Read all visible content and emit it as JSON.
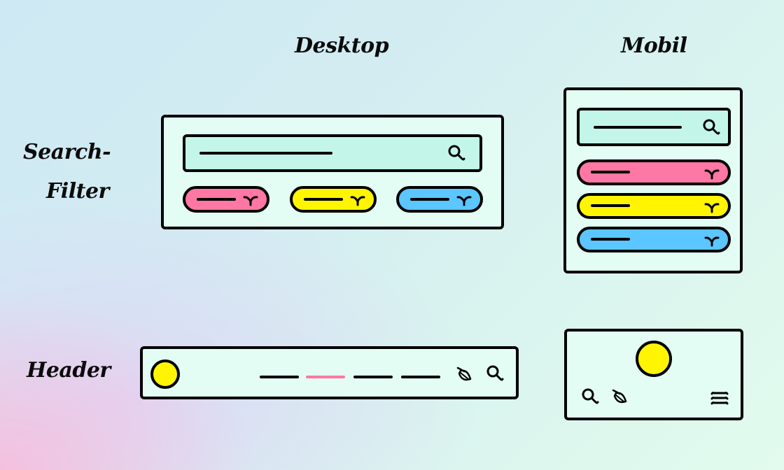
{
  "columns": {
    "desktop": "Desktop",
    "mobile": "Mobil"
  },
  "rows": {
    "search_filter_line1": "Search-",
    "search_filter_line2": "Filter",
    "header": "Header"
  },
  "colors": {
    "frame_fill": "#e3fcf4",
    "search_fill": "#c3f6e8",
    "pink": "#ff77a4",
    "yellow": "#fff500",
    "blue": "#5bc6ff",
    "stroke": "#000000",
    "active_nav": "#ff77a4"
  },
  "desktop": {
    "search_filter": {
      "search_icon": "search-icon",
      "filters": [
        {
          "color": "pink",
          "icon": "chevron-down-icon"
        },
        {
          "color": "yellow",
          "icon": "chevron-down-icon"
        },
        {
          "color": "blue",
          "icon": "chevron-down-icon"
        }
      ]
    },
    "header": {
      "logo": "yellow-circle",
      "nav_items": [
        {
          "state": "default"
        },
        {
          "state": "active"
        },
        {
          "state": "default"
        },
        {
          "state": "default"
        }
      ],
      "icons": [
        "leaf-icon",
        "search-icon"
      ]
    }
  },
  "mobile": {
    "search_filter": {
      "search_icon": "search-icon",
      "filters": [
        {
          "color": "pink",
          "icon": "chevron-down-icon"
        },
        {
          "color": "yellow",
          "icon": "chevron-down-icon"
        },
        {
          "color": "blue",
          "icon": "chevron-down-icon"
        }
      ]
    },
    "header": {
      "logo": "yellow-circle",
      "icons": [
        "search-icon",
        "leaf-icon",
        "menu-icon"
      ]
    }
  }
}
